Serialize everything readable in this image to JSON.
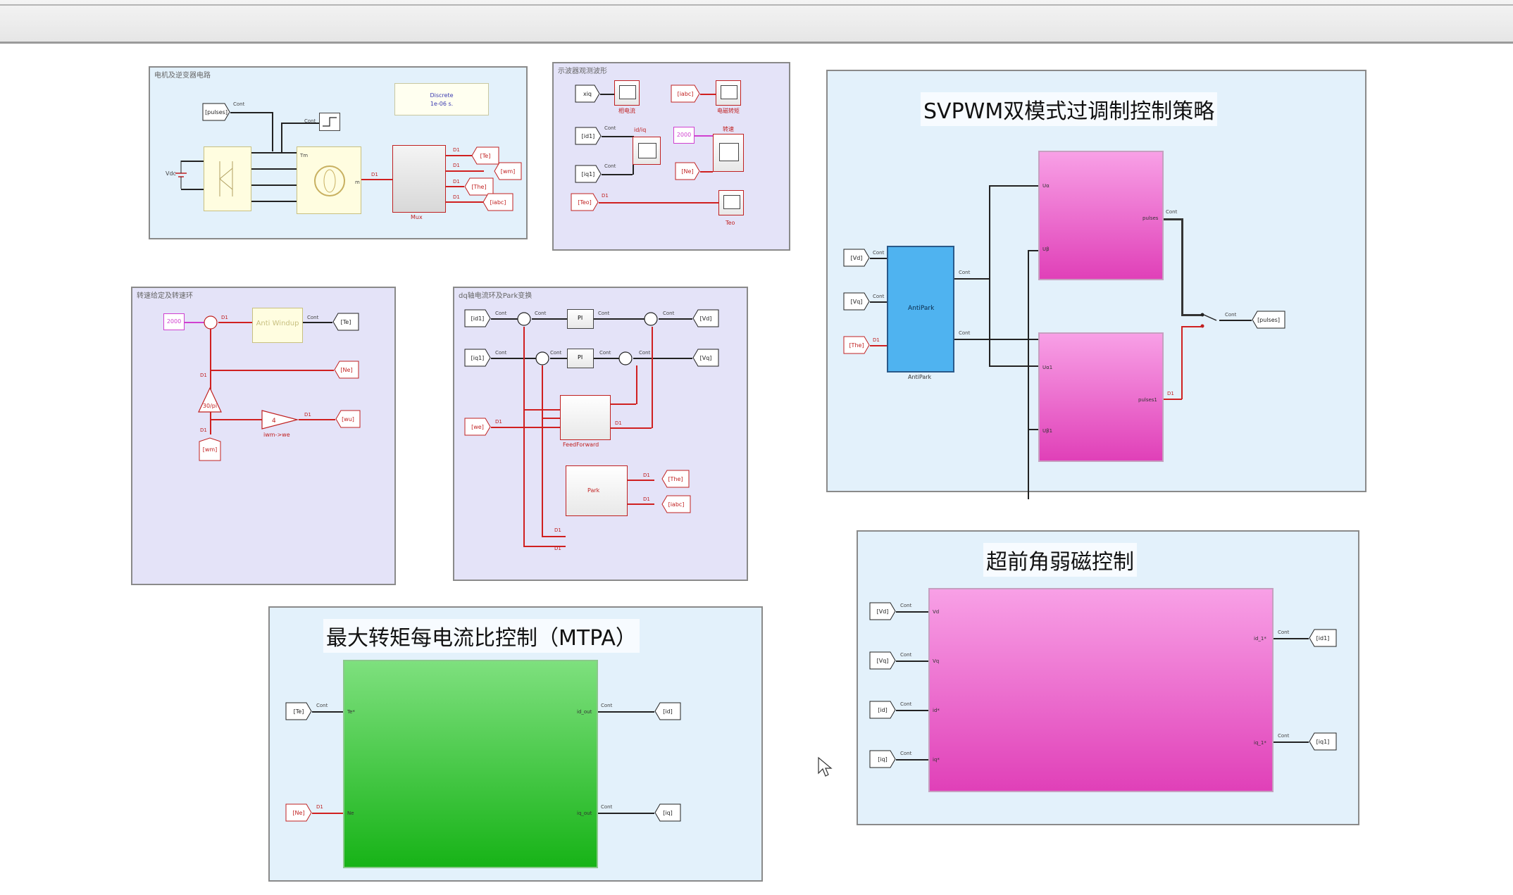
{
  "window": {
    "toolbar": ""
  },
  "areas": {
    "motor_drive": {
      "title": "电机及逆变器电路",
      "powergui": {
        "line1": "Discrete",
        "line2": "1e-06 s."
      },
      "tags": {
        "pulses": "[pulses]",
        "vdc": "Vdc",
        "te": "[Te]",
        "wm": "[wm]",
        "the": "[The]",
        "iabc": "[iabc]"
      },
      "labels": {
        "cont": "Cont",
        "d1": "D1",
        "tm": "Tm",
        "m": "m",
        "mux": "Mux"
      }
    },
    "scopes": {
      "title": "示波器观测波形",
      "tags": {
        "xiq": "xiq",
        "id1": "[id1]",
        "iq1": "[iq1]",
        "iabc": "[iabc]",
        "ne": "[Ne]",
        "teo": "[Teo]"
      },
      "labels": {
        "cont": "Cont",
        "d1": "D1",
        "constant": "2000"
      },
      "scope_names": [
        "相电流",
        "电磁转矩",
        "id/iq",
        "转速",
        "Teo"
      ]
    },
    "speed_loop": {
      "title": "转速给定及转速环",
      "tags": {
        "te": "[Te]",
        "ne": "[Ne]",
        "wu": "[wu]",
        "wm": "[wm]"
      },
      "labels": {
        "constant": "2000",
        "cont": "Cont",
        "d1": "D1",
        "gain": "4",
        "antiwindup": "Anti Windup",
        "gain_name": "iwm->we",
        "tri": "30/pi"
      }
    },
    "dq_loop": {
      "title": "dq轴电流环及Park变换",
      "tags": {
        "id1": "[id1]",
        "iq1": "[iq1]",
        "vd": "[Vd]",
        "vq": "[Vq]",
        "we": "[we]",
        "the": "[The]",
        "iabc": "[iabc]"
      },
      "labels": {
        "cont": "Cont",
        "d1": "D1",
        "pi": "PI",
        "feedforward": "FeedForward",
        "park": "Park"
      }
    },
    "svpwm": {
      "title": "SVPWM双模式过调制控制策略",
      "tags": {
        "vd": "[Vd]",
        "vq": "[Vq]",
        "the": "[The]",
        "pulses": "[pulses]"
      },
      "labels": {
        "antipark": "AntiPark",
        "antipark_name": "AntiPark",
        "cont": "Cont",
        "d1": "D1",
        "ua": "Uα",
        "ub": "Uβ",
        "ua2": "Uα1",
        "ub2": "Uβ1",
        "pulses1": "pulses",
        "pulses2": "pulses1"
      }
    },
    "flux_weaken": {
      "title": "超前角弱磁控制",
      "tags": {
        "vd": "[Vd]",
        "vq": "[Vq]",
        "id": "[id]",
        "iq": "[iq]",
        "id1": "[id1]",
        "iq1": "[iq1]"
      },
      "labels": {
        "cont": "Cont",
        "in1": "Vd",
        "in2": "Vq",
        "in3": "id*",
        "in4": "iq*",
        "out1": "id_1*",
        "out2": "iq_1*"
      }
    },
    "mtpa": {
      "title": "最大转矩每电流比控制（MTPA）",
      "tags": {
        "te": "[Te]",
        "ne": "[Ne]",
        "id": "[id]",
        "iq": "[iq]"
      },
      "labels": {
        "cont": "Cont",
        "d1": "D1",
        "in1": "Te*",
        "in2": "Ne",
        "out1": "id_out",
        "out2": "iq_out"
      }
    }
  },
  "colors": {
    "blue_area": "#e3f1fb",
    "lavender_area": "#e4e3f8",
    "pink_subsystem": "#e040b8",
    "green_subsystem": "#17b317",
    "antipark_block": "#4fb3f0",
    "signal_red": "#d02020"
  },
  "icons": [
    "cursor-arrow-icon",
    "scope-icon",
    "sum-icon",
    "gain-icon",
    "switch-icon"
  ]
}
